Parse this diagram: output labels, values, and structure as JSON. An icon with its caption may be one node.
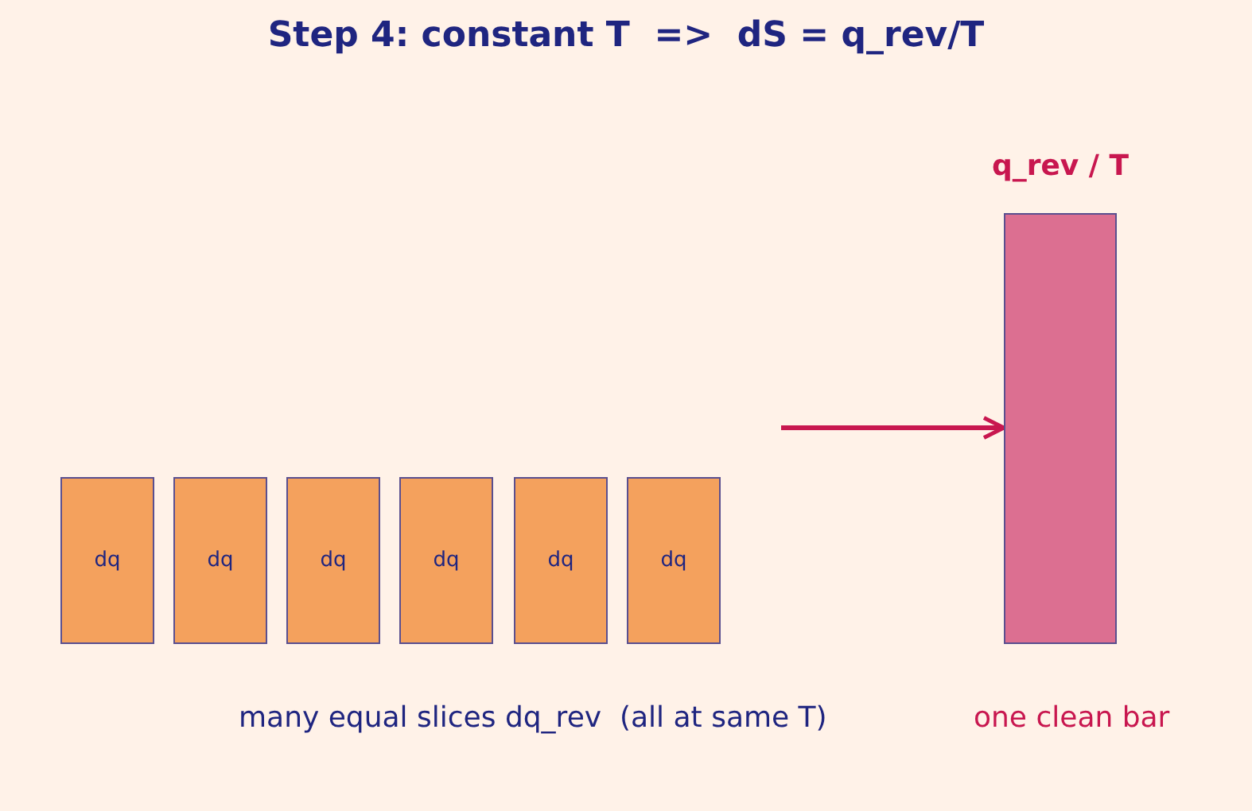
{
  "diagram": {
    "title": "Step 4: constant T  =>  dS = q_rev/T",
    "nodes": [
      {
        "text": [
          "dq"
        ]
      },
      {
        "text": [
          "dq"
        ]
      },
      {
        "text": [
          "dq"
        ]
      },
      {
        "text": [
          "dq"
        ]
      },
      {
        "text": [
          "dq"
        ]
      },
      {
        "text": [
          "dq"
        ]
      },
      {
        "text": [
          "q_rev / T"
        ]
      }
    ],
    "edges": [
      {
        "from": null,
        "to": 6,
        "arrow": "to",
        "color": "#c8174f"
      }
    ],
    "labels": [
      "many equal slices dq_rev  (all at same T)",
      "one clean bar"
    ]
  }
}
